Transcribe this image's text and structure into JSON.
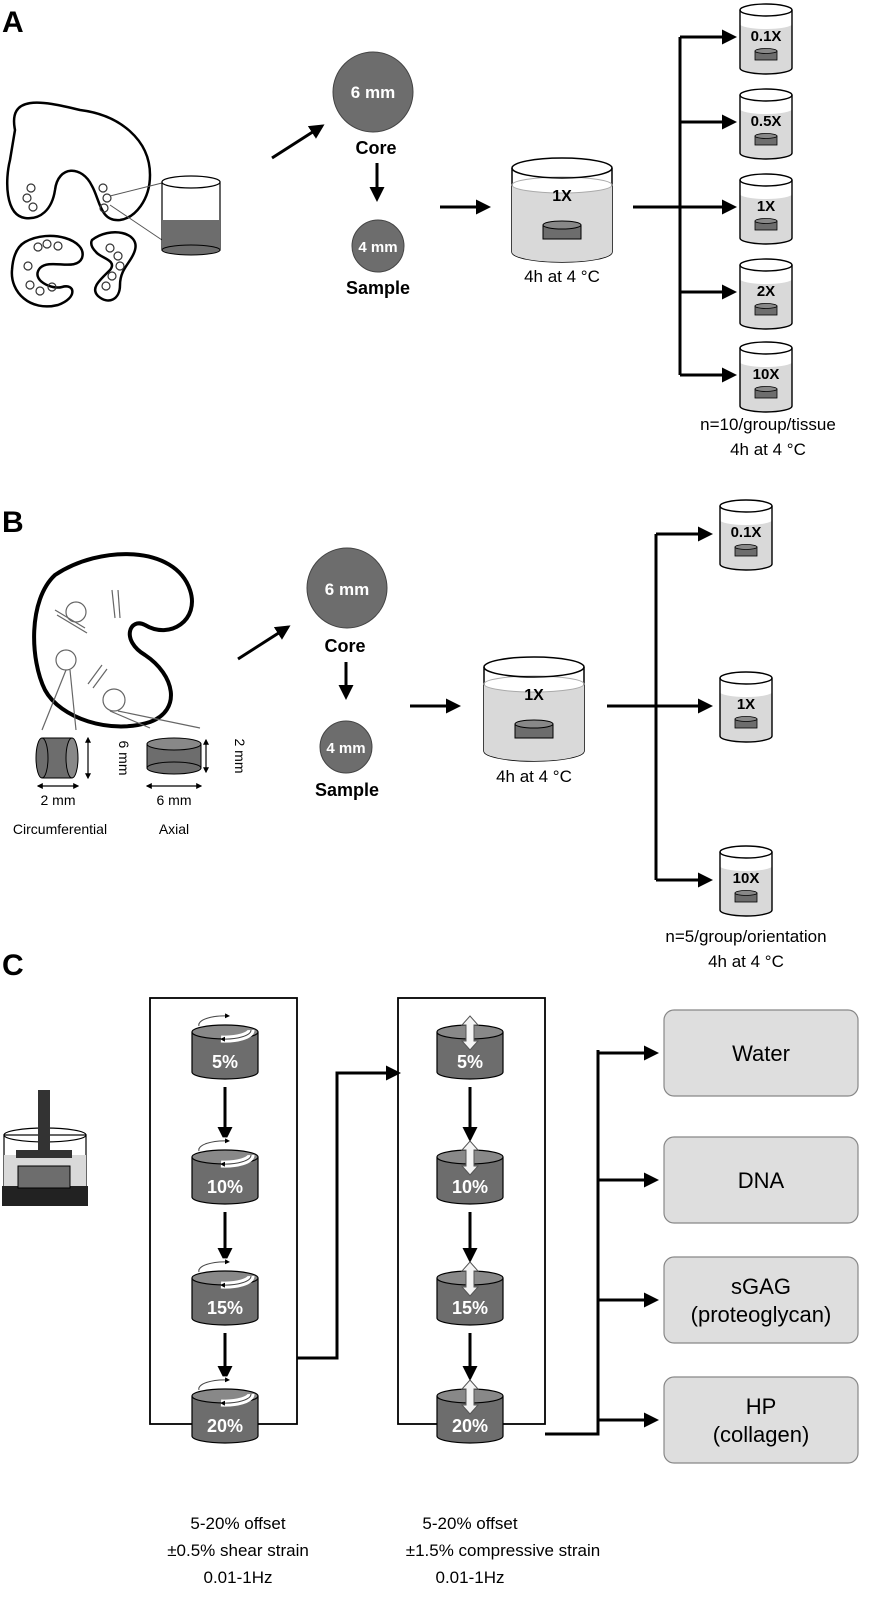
{
  "panelA": {
    "letter": "A",
    "core_size": "6 mm",
    "core_label": "Core",
    "sample_size": "4 mm",
    "sample_label": "Sample",
    "bath_conc": "1X",
    "bath_caption": "4h at 4 °C",
    "groups": [
      "0.1X",
      "0.5X",
      "1X",
      "2X",
      "10X"
    ],
    "note_line1": "n=10/group/tissue",
    "note_line2": "4h at 4 °C"
  },
  "panelB": {
    "letter": "B",
    "dim_circ_h": "6 mm",
    "dim_circ_w": "2 mm",
    "dim_axial_h": "2 mm",
    "dim_axial_w": "6 mm",
    "orient_circ": "Circumferential",
    "orient_axial": "Axial",
    "core_size": "6 mm",
    "core_label": "Core",
    "sample_size": "4 mm",
    "sample_label": "Sample",
    "bath_conc": "1X",
    "bath_caption": "4h at 4 °C",
    "groups": [
      "0.1X",
      "1X",
      "10X"
    ],
    "note_line1": "n=5/group/orientation",
    "note_line2": "4h at 4 °C"
  },
  "panelC": {
    "letter": "C",
    "shear_steps": [
      "5%",
      "10%",
      "15%",
      "20%"
    ],
    "comp_steps": [
      "5%",
      "10%",
      "15%",
      "20%"
    ],
    "shear_caption": [
      "5-20% offset",
      "±0.5% shear strain",
      "0.01-1Hz"
    ],
    "comp_caption": [
      "5-20% offset",
      "±1.5% compressive strain",
      "0.01-1Hz"
    ],
    "outputs": [
      {
        "line1": "Water",
        "line2": ""
      },
      {
        "line1": "DNA",
        "line2": ""
      },
      {
        "line1": "sGAG",
        "line2": "(proteoglycan)"
      },
      {
        "line1": "HP",
        "line2": "(collagen)"
      }
    ]
  },
  "colors": {
    "dark_gray": "#6d6d6d",
    "light_gray": "#d9d9d9",
    "box_fill": "#dedede"
  }
}
